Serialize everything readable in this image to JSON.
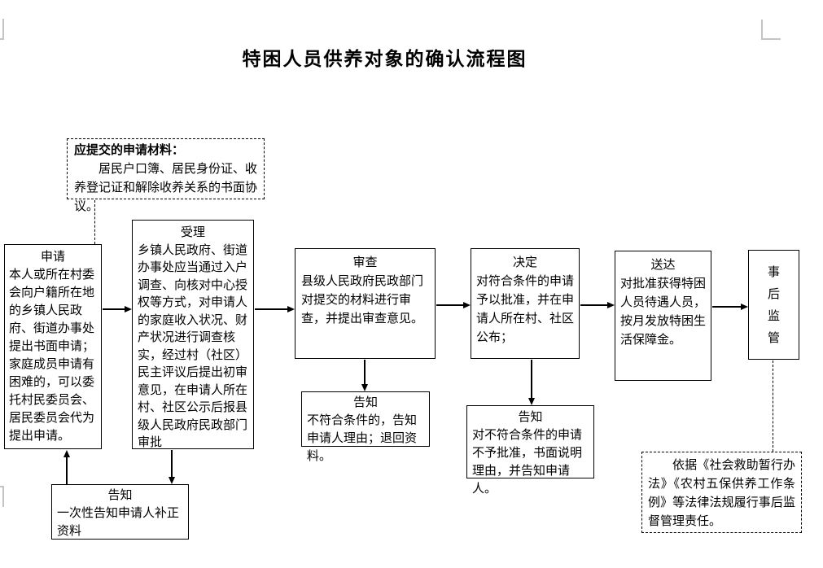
{
  "title": "特困人员供养对象的确认流程图",
  "notes": {
    "materials": {
      "header": "应提交的申请材料：",
      "body": "居民户口簿、居民身份证、收养登记证和解除收养关系的书面协议。"
    },
    "legal": {
      "body": "依据《社会救助暂行办法》《农村五保供养工作条例》等法律法规履行事后监督管理责任。"
    }
  },
  "nodes": {
    "apply": {
      "title": "申请",
      "body": "本人或所在村委会向户籍所在地的乡镇人民政府、街道办事处提出书面申请；家庭成员申请有困难的，可以委托村民委员会、居民委员会代为提出申请。"
    },
    "accept": {
      "title": "受理",
      "body": "乡镇人民政府、街道办事处应当通过入户调查、向核对中心授权等方式，对申请人的家庭收入状况、财产状况进行调查核实，经过村（社区）民主评议后提出初审意见，在申请人所在村、社区公示后报县级人民政府民政部门审批"
    },
    "review": {
      "title": "审查",
      "body": "县级人民政府民政部门对提交的材料进行审查，并提出审查意见。"
    },
    "decide": {
      "title": "决定",
      "body": "对符合条件的申请予以批准，并在申请人所在村、社区公布；"
    },
    "deliver": {
      "title": "送达",
      "body": "对批准获得特困人员待遇人员，按月发放特困生活保障金。"
    },
    "supervise": {
      "title": "事后监管"
    },
    "notify_amend": {
      "title": "告知",
      "body": "一次性告知申请人补正资料"
    },
    "notify_reject_review": {
      "title": "告知",
      "body": "不符合条件的，告知申请人理由；退回资料。"
    },
    "notify_reject_decide": {
      "title": "告知",
      "body": "对不符合条件的申请不予批准，书面说明理由，并告知申请人。"
    }
  },
  "colors": {
    "line": "#000000",
    "crop_mark": "#c4c4c4",
    "background": "#ffffff"
  }
}
